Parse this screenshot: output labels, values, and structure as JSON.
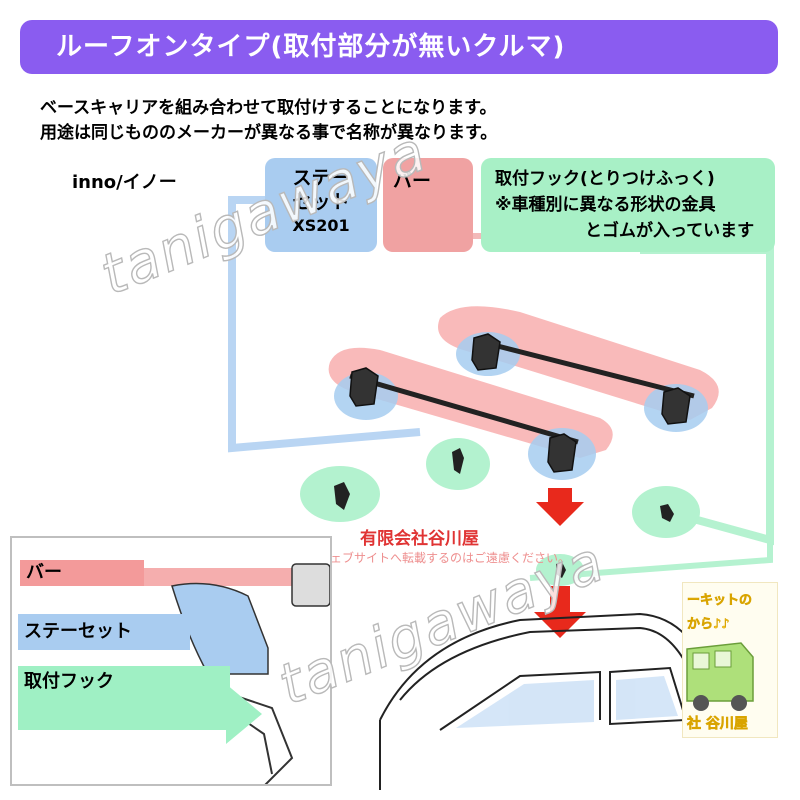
{
  "title": "ルーフオンタイプ(取付部分が無いクルマ)",
  "intro": {
    "line1": "ベースキャリアを組み合わせて取付けすることになります。",
    "line2": "用途は同じもののメーカーが異なる事で名称が異なります。"
  },
  "brand": "inno/イノー",
  "tags": {
    "stay_line1": "ステー",
    "stay_line2": "セット",
    "stay_model": "XS201",
    "bar": "バー",
    "hook_title": "取付フック(とりつけふっく)",
    "hook_note1": "※車種別に異なる形状の金具",
    "hook_note2": "とゴムが入っています"
  },
  "company": "有限会社谷川屋",
  "warning": "この画像を、他のウェブサイトへ転載するのはご遠慮ください。",
  "inset": {
    "bar": "バー",
    "stay": "ステーセット",
    "hook": "取付フック"
  },
  "side_panel": {
    "line1": "ーキットの",
    "line2": "から♪♪",
    "line3": "社 谷川屋"
  },
  "watermark": "tanigawaya",
  "colors": {
    "title_bg": "#8a5cf0",
    "stay": "#a9ccf0",
    "bar": "#f0a2a2",
    "hook": "#a8f0c6",
    "arrow": "#e8291c",
    "company": "#e03434"
  }
}
